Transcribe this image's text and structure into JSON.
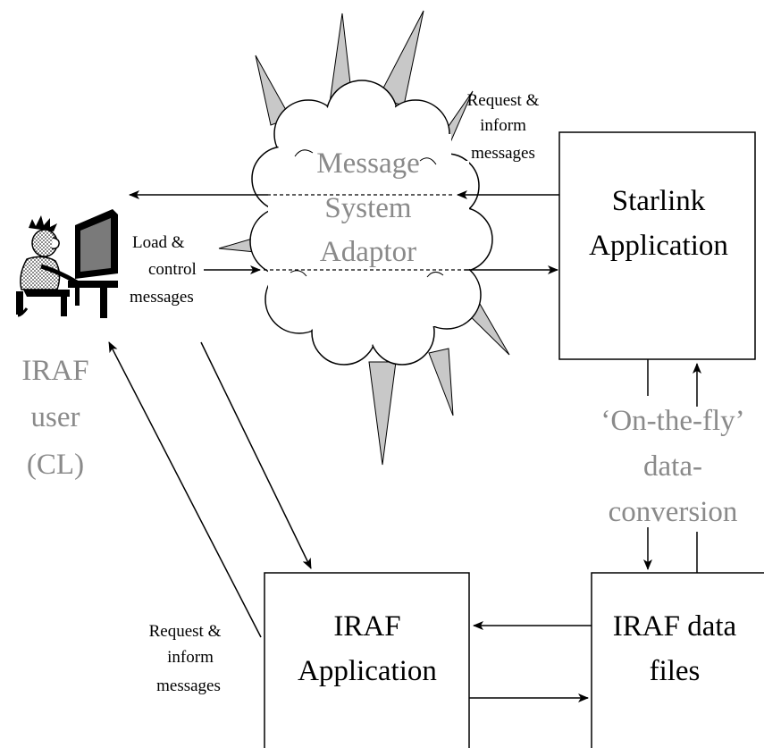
{
  "cloud": {
    "line1": "Message",
    "line2": "System",
    "line3": "Adaptor"
  },
  "starlink": {
    "line1": "Starlink",
    "line2": "Application"
  },
  "iraf_app": {
    "line1": "IRAF",
    "line2": "Application"
  },
  "iraf_files": {
    "line1": "IRAF data",
    "line2": "files"
  },
  "user": {
    "line1": "IRAF",
    "line2": "user",
    "line3": "(CL)"
  },
  "conversion": {
    "line1": "‘On-the-fly’",
    "line2": "data-",
    "line3": "conversion"
  },
  "labels": {
    "request_top_1": "Request &",
    "request_top_2": "inform",
    "request_top_3": "messages",
    "load_1": "Load &",
    "load_2": "control",
    "load_3": "messages",
    "request_bottom_1": "Request &",
    "request_bottom_2": "inform",
    "request_bottom_3": "messages"
  }
}
